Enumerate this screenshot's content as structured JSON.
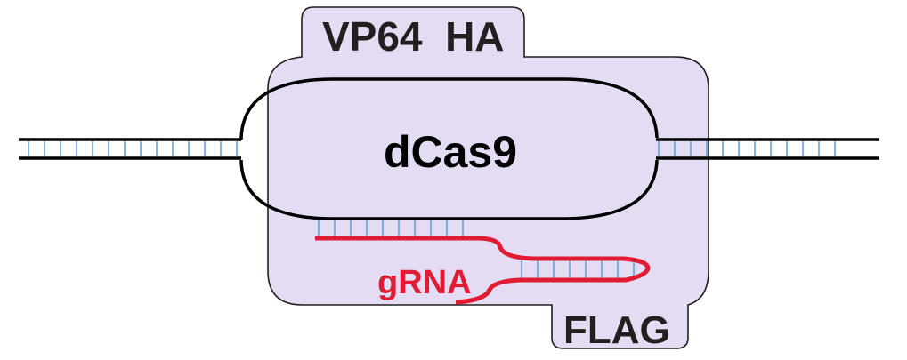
{
  "labels": {
    "tags_top": "VP64  HA",
    "protein": "dCas9",
    "guide": "gRNA",
    "tag_bottom": "FLAG"
  },
  "colors": {
    "protein_fill": "#e4dcf2",
    "outline": "#231f20",
    "rna": "#e01b33",
    "base_pair": "#5b9bd5"
  }
}
